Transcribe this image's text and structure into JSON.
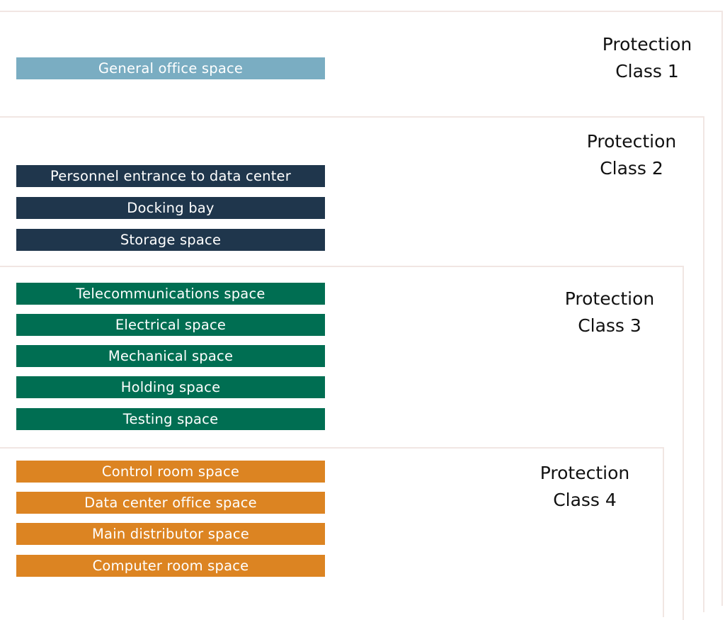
{
  "diagram": {
    "classes": [
      {
        "label": "Protection\nClass 1",
        "color": "#7aadc2",
        "spaces": [
          "General office space"
        ]
      },
      {
        "label": "Protection\nClass 2",
        "color": "#1f364c",
        "spaces": [
          "Personnel entrance to data center",
          "Docking bay",
          "Storage space"
        ]
      },
      {
        "label": "Protection\nClass 3",
        "color": "#006e52",
        "spaces": [
          "Telecommunications space",
          "Electrical space",
          "Mechanical space",
          "Holding space",
          "Testing space"
        ]
      },
      {
        "label": "Protection\nClass 4",
        "color": "#dc8422",
        "spaces": [
          "Control room space",
          "Data center office space",
          "Main distributor space",
          "Computer room space"
        ]
      }
    ]
  }
}
